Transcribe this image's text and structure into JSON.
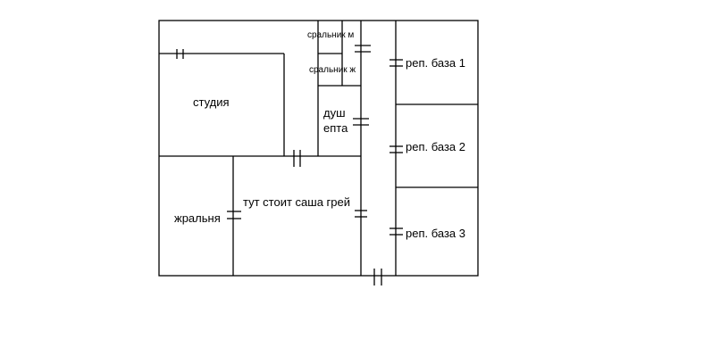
{
  "floor_plan": {
    "rooms": {
      "studio": "студия",
      "toilet_m": "сральник м",
      "toilet_f": "сральник ж",
      "shower_line1": "душ",
      "shower_line2": "епта",
      "rehearsal_1": "реп. база 1",
      "rehearsal_2": "реп. база 2",
      "rehearsal_3": "реп. база 3",
      "kitchen": "жральня",
      "hall": "тут стоит саша грей"
    }
  }
}
